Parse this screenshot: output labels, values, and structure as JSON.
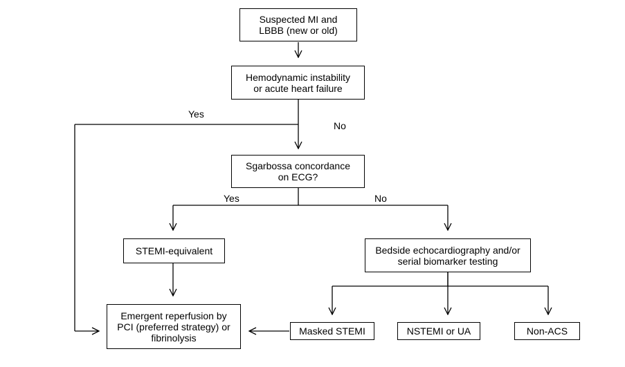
{
  "nodes": {
    "suspected_mi": {
      "lines": [
        "Suspected MI and",
        "LBBB (new or old)"
      ]
    },
    "hemodynamic": {
      "lines": [
        "Hemodynamic instability",
        "or acute heart failure"
      ]
    },
    "sgarbossa": {
      "lines": [
        "Sgarbossa concordance",
        "on ECG?"
      ]
    },
    "stemi_equivalent": {
      "lines": [
        "STEMI-equivalent"
      ]
    },
    "bedside_echo": {
      "lines": [
        "Bedside echocardiography and/or",
        "serial biomarker testing"
      ]
    },
    "reperfusion": {
      "lines": [
        "Emergent reperfusion by",
        "PCI (preferred strategy) or",
        "fibrinolysis"
      ]
    },
    "masked_stemi": {
      "lines": [
        "Masked STEMI"
      ]
    },
    "nstemi_ua": {
      "lines": [
        "NSTEMI or UA"
      ]
    },
    "non_acs": {
      "lines": [
        "Non-ACS"
      ]
    }
  },
  "edge_labels": {
    "hemodynamic_yes": "Yes",
    "hemodynamic_no": "No",
    "sgarbossa_yes": "Yes",
    "sgarbossa_no": "No"
  }
}
